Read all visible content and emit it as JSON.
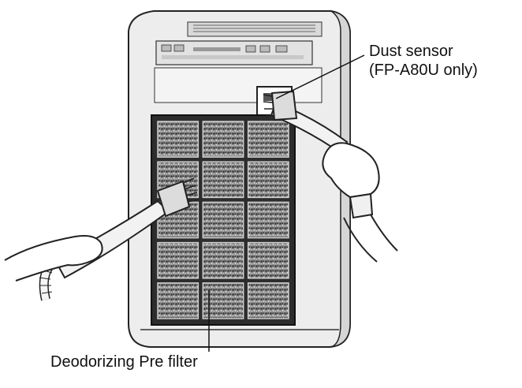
{
  "callouts": {
    "dust_sensor": {
      "line1": "Dust sensor",
      "line2": "(FP-A80U only)"
    },
    "pre_filter": "Deodorizing Pre filter"
  },
  "filter_grid": {
    "rows": 5,
    "columns": 3
  },
  "colors": {
    "outline": "#222222",
    "body": "#ececec",
    "shadow": "#bdbdbd",
    "filter_cell": "#6f6f6f"
  }
}
